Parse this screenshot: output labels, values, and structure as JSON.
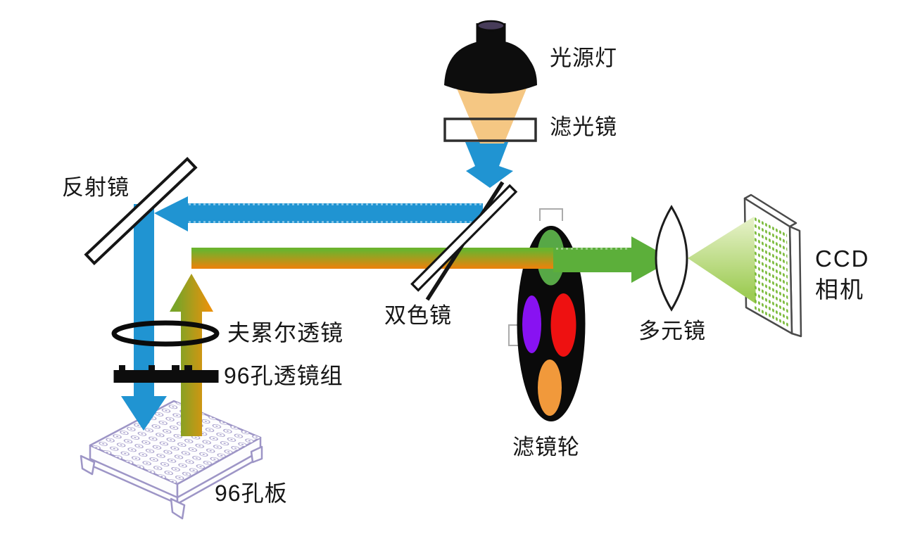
{
  "labels": {
    "light_source": "光源灯",
    "excitation_filter": "滤光镜",
    "reflector": "反射镜",
    "dichroic": "双色镜",
    "fresnel_lens": "夫累尔透镜",
    "lens_array_96": "96孔透镜组",
    "well_plate_96": "96孔板",
    "filter_wheel": "滤镜轮",
    "multi_element_lens": "多元镜",
    "ccd_line1": "CCD",
    "ccd_line2": "相机"
  },
  "colors": {
    "excitation_blue": "#2094D2",
    "lamp_glow": "#F5C783",
    "lamp_black": "#0D0D0D",
    "lamp_cap_purple": "#473C59",
    "band_green": "#6CB32D",
    "band_orange": "#E8830D",
    "up_arrow_green": "#79A428",
    "up_arrow_orange": "#E8920C",
    "emission_green": "#5CAF3A",
    "wheel_black": "#0A0A0A",
    "wheel_green": "#57A846",
    "wheel_purple": "#8812F2",
    "wheel_red": "#EE1111",
    "wheel_orange": "#F1993B",
    "ccd_dot_green": "#76B833",
    "cone_light_green": "#E2EFC2",
    "cone_deep_green": "#9ECC55",
    "plate_outline": "#9D95C6",
    "label_ink": "#161616"
  }
}
